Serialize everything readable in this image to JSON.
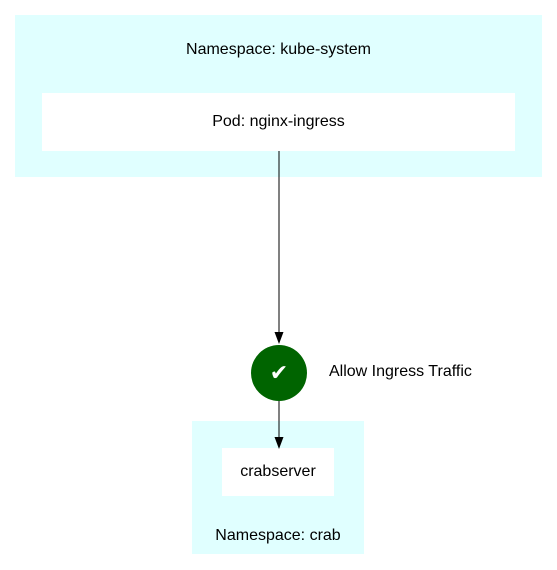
{
  "clusters": {
    "kube_system": {
      "label": "Namespace: kube-system",
      "fill": "#e0ffff"
    },
    "crab": {
      "label": "Namespace: crab",
      "fill": "#e0ffff"
    }
  },
  "nodes": {
    "nginx_pod": {
      "label": "Pod: nginx-ingress"
    },
    "crabserver": {
      "label": "crabserver"
    },
    "policy": {
      "icon": "checkmark-icon",
      "glyph": "✔",
      "label": "Allow Ingress Traffic",
      "fill": "#006400"
    }
  },
  "edges": [
    {
      "from": "nginx_pod",
      "to": "policy"
    },
    {
      "from": "policy",
      "to": "crabserver"
    }
  ]
}
